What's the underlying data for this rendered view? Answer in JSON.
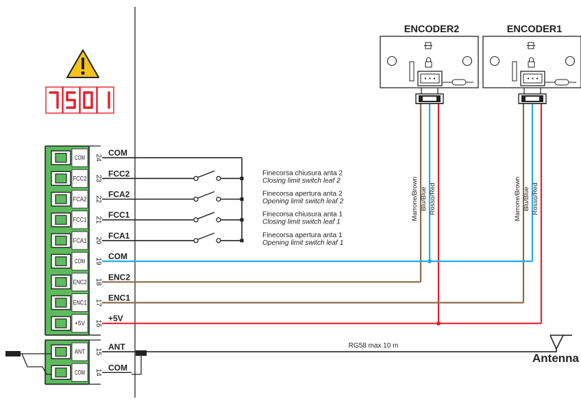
{
  "display": {
    "digits": [
      "7",
      "5",
      "0",
      "1"
    ]
  },
  "terminals_main": [
    {
      "label": "COM",
      "number": "24",
      "wire": "COM"
    },
    {
      "label": "FCC2",
      "number": "23",
      "wire": "FCC2"
    },
    {
      "label": "FCA2",
      "number": "22",
      "wire": "FCA2"
    },
    {
      "label": "FCC1",
      "number": "21",
      "wire": "FCC1"
    },
    {
      "label": "FCA1",
      "number": "20",
      "wire": "FCA1"
    },
    {
      "label": "COM",
      "number": "19",
      "wire": "COM"
    },
    {
      "label": "ENC2",
      "number": "18",
      "wire": "ENC2"
    },
    {
      "label": "ENC1",
      "number": "17",
      "wire": "ENC1"
    },
    {
      "label": "+5V",
      "number": "16",
      "wire": "+5V"
    }
  ],
  "terminals_antenna": [
    {
      "label": "ANT",
      "number": "15",
      "wire": "ANT"
    },
    {
      "label": "COM",
      "number": "14",
      "wire": "COM"
    }
  ],
  "switches": [
    {
      "line1": "Finecorsa chiusura anta 2",
      "line2": "Closing limit switch leaf 2"
    },
    {
      "line1": "Finecorsa apertura anta 2",
      "line2": "Opening limit switch leaf 2"
    },
    {
      "line1": "Finecorsa chiusura anta 1",
      "line2": "Closing limit switch leaf 1"
    },
    {
      "line1": "Finecorsa apertura anta 1",
      "line2": "Opening limit switch leaf 1"
    }
  ],
  "encoders": [
    {
      "title": "ENCODER2",
      "wires": [
        "Marrone/Brown",
        "Blu/Blue",
        "Rosso/Red"
      ]
    },
    {
      "title": "ENCODER1",
      "wires": [
        "Marrone/Brown",
        "Blu/Blue",
        "Rosso/Red"
      ]
    }
  ],
  "cable_label": "RG58 max 10 m",
  "antenna_label": "Antenna",
  "colors": {
    "brown": "#8a6a4a",
    "blue": "#29a9e1",
    "red": "#e2202c",
    "terminal_green": "#5dbb5d",
    "warning_yellow": "#f5c21a",
    "display_red": "#e2202c"
  }
}
